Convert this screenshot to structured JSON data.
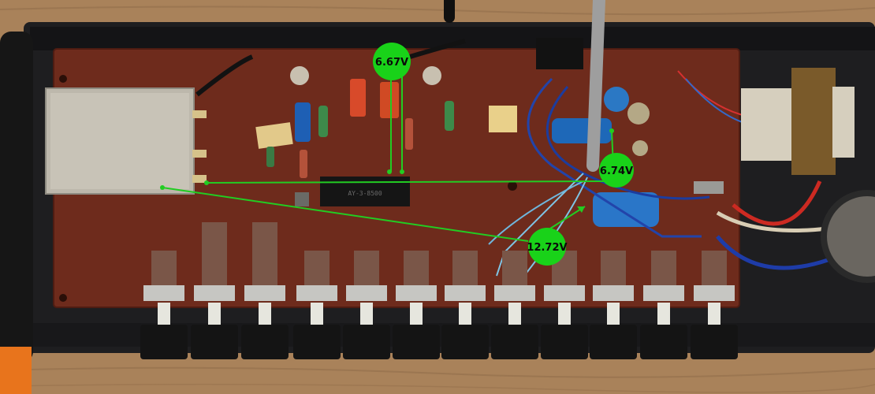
{
  "labels": {
    "voltage_top": "6.67V",
    "voltage_right": "6.74V",
    "voltage_bottom": "12.72V"
  },
  "chip_marking": "AY-3-8500",
  "colors": {
    "label_fill": "#19d219",
    "leader_line": "#22cc22",
    "pcb": "#6e2b1c",
    "case": "#1e1e20",
    "table_wood": "#a9825a"
  }
}
